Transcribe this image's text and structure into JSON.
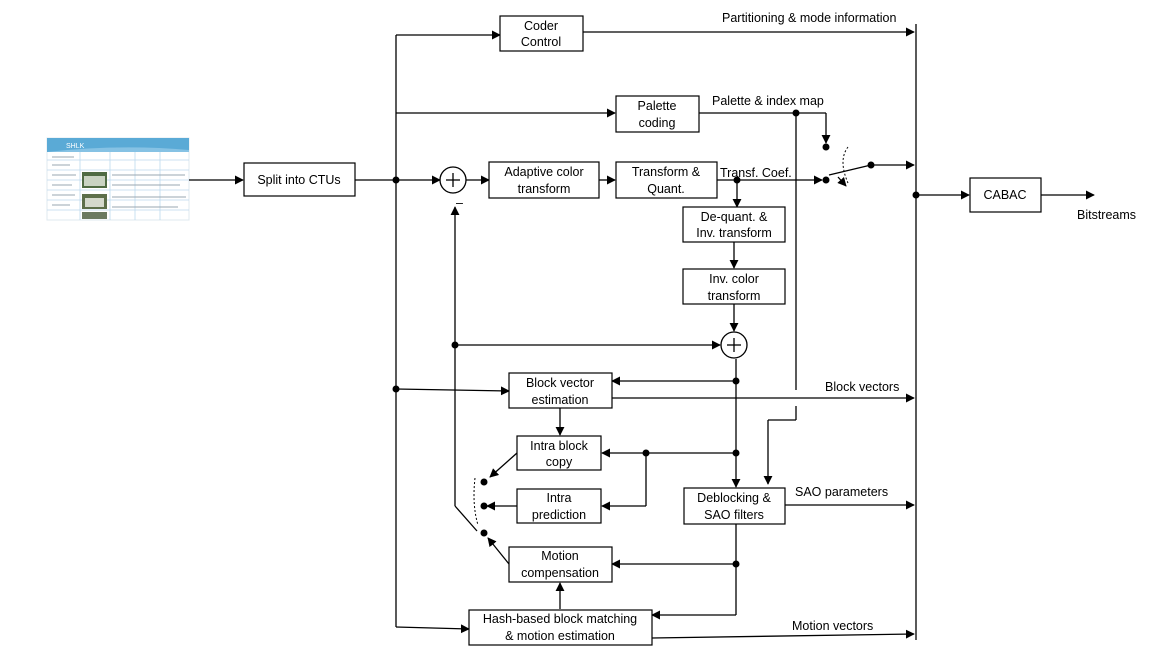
{
  "blocks": {
    "split": "Split into CTUs",
    "coder_control": [
      "Coder",
      "Control"
    ],
    "palette": [
      "Palette",
      "coding"
    ],
    "act": [
      "Adaptive color",
      "transform"
    ],
    "tq": [
      "Transform &",
      "Quant."
    ],
    "dequant": [
      "De-quant. &",
      "Inv. transform"
    ],
    "inv_color": [
      "Inv. color",
      "transform"
    ],
    "bv_est": [
      "Block vector",
      "estimation"
    ],
    "ibc": [
      "Intra block",
      "copy"
    ],
    "intra": [
      "Intra",
      "prediction"
    ],
    "mc": [
      "Motion",
      "compensation"
    ],
    "hash_me": [
      "Hash-based block matching",
      "& motion estimation"
    ],
    "deblock": [
      "Deblocking &",
      "SAO filters"
    ],
    "cabac": "CABAC"
  },
  "labels": {
    "partitioning": "Partitioning & mode information",
    "palette_map": "Palette & index map",
    "transf_coef": "Transf. Coef.",
    "block_vectors": "Block vectors",
    "sao_params": "SAO parameters",
    "motion_vectors": "Motion vectors",
    "bitstreams": "Bitstreams",
    "minus": "–"
  },
  "input_thumbnail": {
    "header": "SHLK",
    "colors": {
      "header": "#5aaad6",
      "grid": "#bcd9ee",
      "text": "#9aa7b0"
    }
  }
}
